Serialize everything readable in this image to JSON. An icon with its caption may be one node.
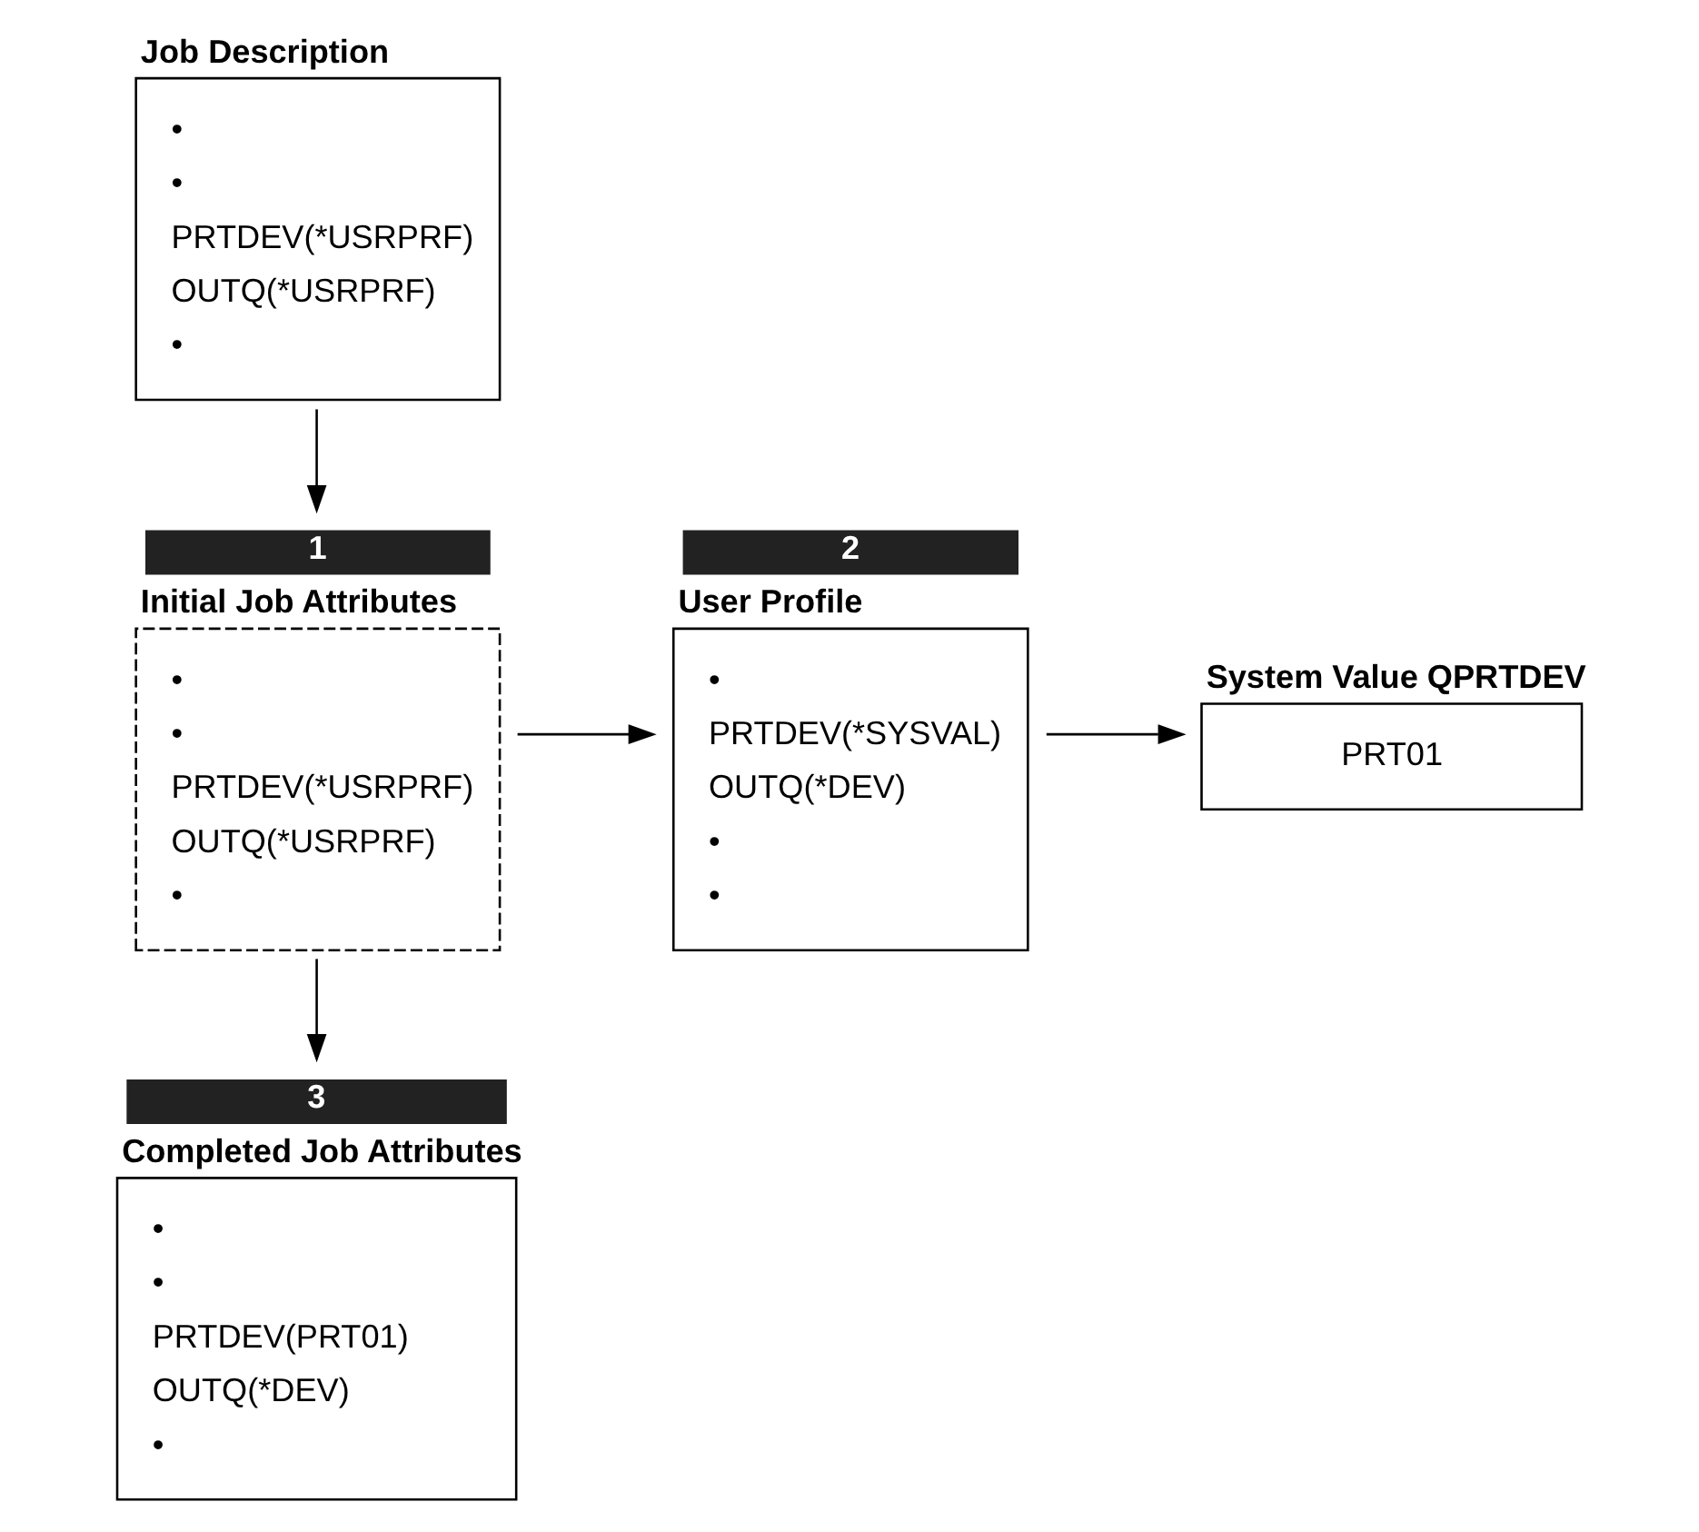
{
  "diagram": {
    "nodes": [
      {
        "text": [
          "Job Description",
          "•",
          "•",
          "PRTDEV(*USRPRF)",
          "OUTQ(*USRPRF)",
          "•"
        ]
      },
      {
        "text": [
          "Initial Job Attributes",
          "•",
          "•",
          "PRTDEV(*USRPRF)",
          "OUTQ(*USRPRF)",
          "•"
        ],
        "beside": [
          "1"
        ]
      },
      {
        "text": [
          "Completed Job Attributes",
          "•",
          "•",
          "PRTDEV(PRT01)",
          "OUTQ(*DEV)",
          "•"
        ],
        "beside": [
          "3"
        ]
      },
      {
        "text": [
          "User Profile",
          "•",
          "PRTDEV(*SYSVAL)",
          "OUTQ(*DEV)",
          "•",
          "•"
        ],
        "beside": [
          "2"
        ]
      },
      {
        "text": [
          "System Value QPRTDEV",
          "PRT01"
        ]
      }
    ],
    "edges": [
      {
        "from": 0,
        "to": 1,
        "arrow": "to"
      },
      {
        "from": 1,
        "to": 3,
        "arrow": "to"
      },
      {
        "from": 3,
        "to": 4,
        "arrow": "to"
      },
      {
        "from": 1,
        "to": 2,
        "arrow": "to"
      }
    ]
  }
}
